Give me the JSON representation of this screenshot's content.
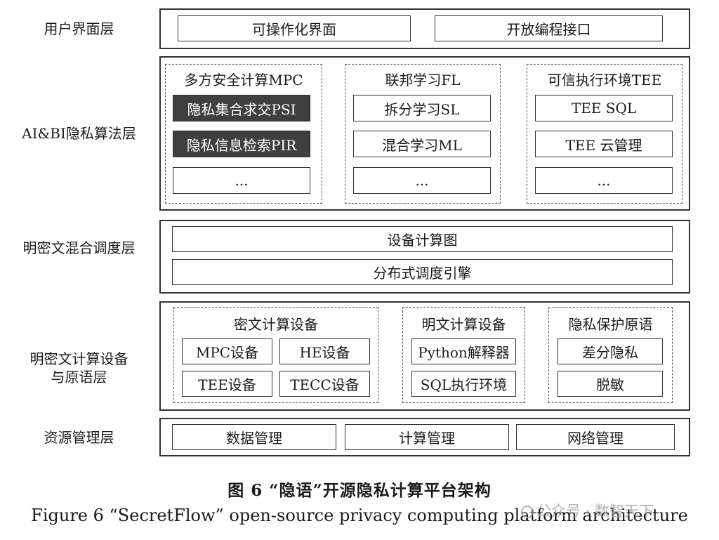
{
  "layers": [
    {
      "label_lines": [
        "用户界面层"
      ]
    },
    {
      "label_lines": [
        "AI&BI隐私算法层"
      ]
    },
    {
      "label_lines": [
        "明密文混合调度层"
      ]
    },
    {
      "label_lines": [
        "明密文计算设备",
        "与原语层"
      ]
    },
    {
      "label_lines": [
        "资源管理层"
      ]
    }
  ],
  "ui_layer": {
    "boxes": [
      "可操作化界面",
      "开放编程接口"
    ]
  },
  "algorithm_layer": {
    "groups": [
      {
        "title": "多方安全计算MPC",
        "items": [
          "隐私集合求交PSI",
          "隐私信息检索PIR",
          "..."
        ]
      },
      {
        "title": "联邦学习FL",
        "items": [
          "拆分学习SL",
          "混合学习ML",
          "..."
        ]
      },
      {
        "title": "可信执行环境TEE",
        "items": [
          "TEE SQL",
          "TEE 云管理",
          "..."
        ]
      }
    ]
  },
  "scheduling_layer": {
    "boxes": [
      "设备计算图",
      "分布式调度引擎"
    ]
  },
  "device_layer": {
    "groups": [
      {
        "title": "密文计算设备",
        "items": [
          "MPC设备",
          "HE设备",
          "TEE设备",
          "TECC设备"
        ]
      },
      {
        "title": "明文计算设备",
        "items": [
          "Python解释器",
          "SQL执行环境"
        ]
      },
      {
        "title": "隐私保护原语",
        "items": [
          "差分隐私",
          "脱敏"
        ]
      }
    ]
  },
  "resource_layer": {
    "boxes": [
      "数据管理",
      "计算管理",
      "网络管理"
    ]
  },
  "caption": {
    "cn": "图 6 “隐语”开源隐私计算平台架构",
    "en": "Figure 6  “SecretFlow” open-source privacy computing platform architecture"
  },
  "watermark": {
    "text": "公众号 · 数智天下"
  },
  "colors": {
    "dark_box": "#3f3f3f",
    "border": "#333333"
  }
}
